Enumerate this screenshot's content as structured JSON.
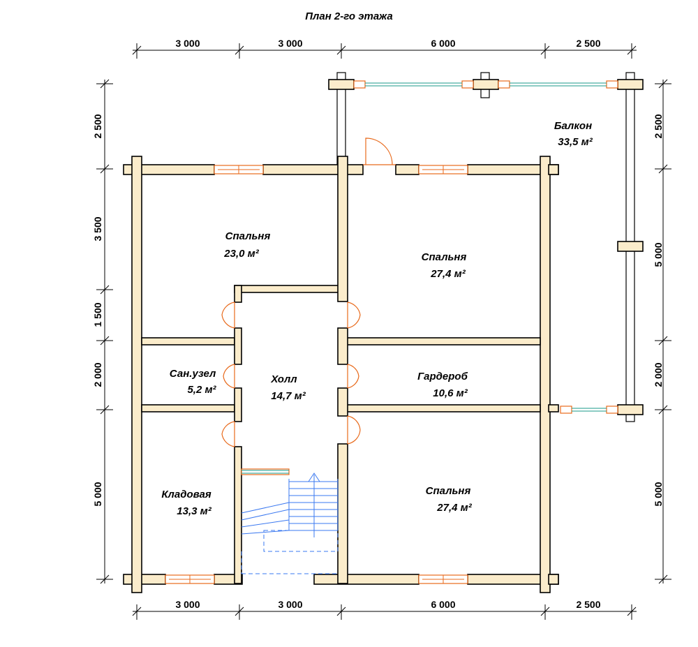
{
  "title": "План 2-го этажа",
  "dimensions": {
    "top": [
      "3 000",
      "3 000",
      "6 000",
      "2 500"
    ],
    "bottom": [
      "3 000",
      "3 000",
      "6 000",
      "2 500"
    ],
    "left": [
      "2 500",
      "3 500",
      "1 500",
      "2 000",
      "5 000"
    ],
    "right": [
      "2 500",
      "5 000",
      "2 000",
      "5 000"
    ]
  },
  "rooms": {
    "bedroom_nw": {
      "name": "Спальня",
      "area": "23,0 м²"
    },
    "bedroom_ne": {
      "name": "Спальня",
      "area": "27,4 м²"
    },
    "bathroom": {
      "name": "Сан.узел",
      "area": "5,2 м²"
    },
    "hall": {
      "name": "Холл",
      "area": "14,7 м²"
    },
    "wardrobe": {
      "name": "Гардероб",
      "area": "10,6 м²"
    },
    "storage": {
      "name": "Кладовая",
      "area": "13,3 м²"
    },
    "bedroom_se": {
      "name": "Спальня",
      "area": "27,4 м²"
    },
    "balcony": {
      "name": "Балкон",
      "area": "33,5 м²"
    }
  },
  "colors": {
    "wall_fill": "#fbeccb",
    "window_accent": "#e86a1c",
    "railing": "#1a9a8a",
    "stair_lines": "#3a78f0"
  }
}
